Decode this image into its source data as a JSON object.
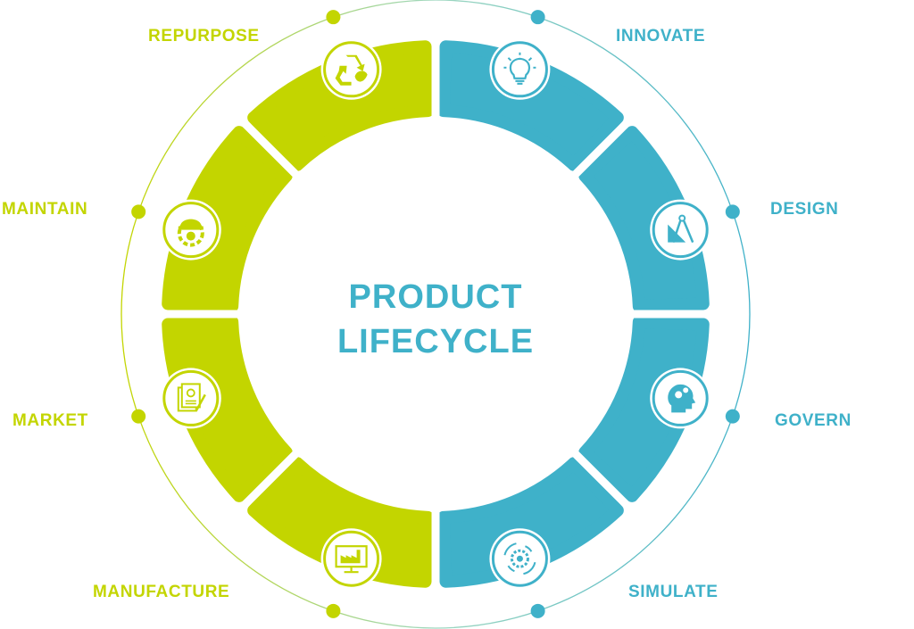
{
  "title": {
    "line1": "PRODUCT",
    "line2": "LIFECYCLE"
  },
  "colors": {
    "green": "#c3d500",
    "blue": "#3fb1c9",
    "background": "#ffffff"
  },
  "stages": [
    {
      "label": "INNOVATE",
      "icon": "lightbulb-icon",
      "color": "blue"
    },
    {
      "label": "DESIGN",
      "icon": "drafting-compass-icon",
      "color": "blue"
    },
    {
      "label": "GOVERN",
      "icon": "head-gears-icon",
      "color": "blue"
    },
    {
      "label": "SIMULATE",
      "icon": "gear-simulation-icon",
      "color": "blue"
    },
    {
      "label": "MANUFACTURE",
      "icon": "factory-monitor-icon",
      "color": "green"
    },
    {
      "label": "MARKET",
      "icon": "documents-idea-icon",
      "color": "green"
    },
    {
      "label": "MAINTAIN",
      "icon": "worker-gear-icon",
      "color": "green"
    },
    {
      "label": "REPURPOSE",
      "icon": "recycle-icon",
      "color": "green"
    }
  ]
}
